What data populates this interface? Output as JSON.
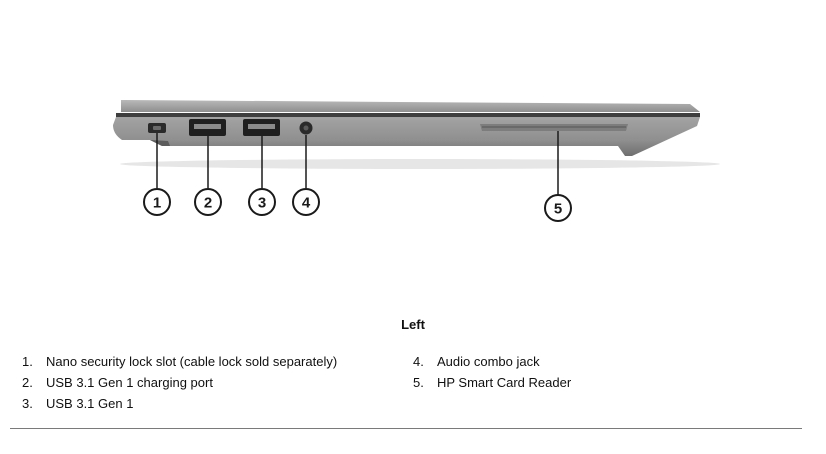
{
  "figure": {
    "callouts": [
      "1",
      "2",
      "3",
      "4",
      "5"
    ]
  },
  "section_heading": "Left",
  "legend": {
    "items": [
      {
        "number": "1.",
        "text": "Nano security lock slot (cable lock sold separately)"
      },
      {
        "number": "2.",
        "text": "USB 3.1 Gen 1 charging port"
      },
      {
        "number": "3.",
        "text": "USB 3.1 Gen 1"
      },
      {
        "number": "4.",
        "text": "Audio combo jack"
      },
      {
        "number": "5.",
        "text": "HP Smart Card Reader"
      }
    ]
  },
  "colors": {
    "chassis": "#9a9a9a",
    "chassis_dark": "#5c5c5c",
    "port": "#2a2a2a",
    "divider": "#7a7a7a"
  }
}
